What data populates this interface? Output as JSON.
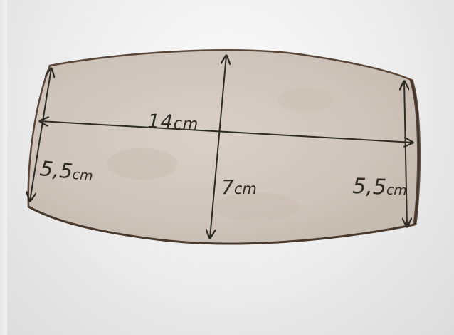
{
  "scene": "photo-of-cardboard-template",
  "colors": {
    "background": "#f2f2f2",
    "cardboard": "#d3cac2",
    "cardboard_edge": "#5a4638",
    "ink": "#2e2a24"
  },
  "labels": {
    "length_value": "14",
    "length_unit": "cm",
    "height_value": "7",
    "height_unit": "cm",
    "left_value": "5,5",
    "left_unit": "cm",
    "right_value": "5,5",
    "right_unit": "cm"
  }
}
